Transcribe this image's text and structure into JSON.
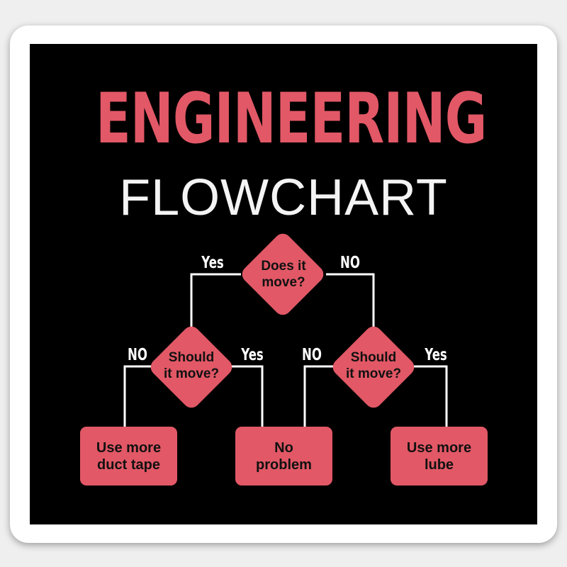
{
  "title": "ENGINEERING",
  "subtitle": "FLOWCHART",
  "colors": {
    "accent": "#e25866",
    "background": "#000000",
    "line": "#ffffff"
  },
  "flowchart": {
    "root": {
      "line1": "Does it",
      "line2": "move?"
    },
    "left_decision": {
      "line1": "Should",
      "line2": "it move?"
    },
    "right_decision": {
      "line1": "Should",
      "line2": "it move?"
    },
    "outcomes": [
      {
        "line1": "Use more",
        "line2": "duct tape"
      },
      {
        "line1": "No",
        "line2": "problem"
      },
      {
        "line1": "Use more",
        "line2": "lube"
      }
    ],
    "edge_labels": {
      "root_yes": "Yes",
      "root_no": "NO",
      "left_no": "NO",
      "left_yes": "Yes",
      "right_no": "NO",
      "right_yes": "Yes"
    }
  }
}
